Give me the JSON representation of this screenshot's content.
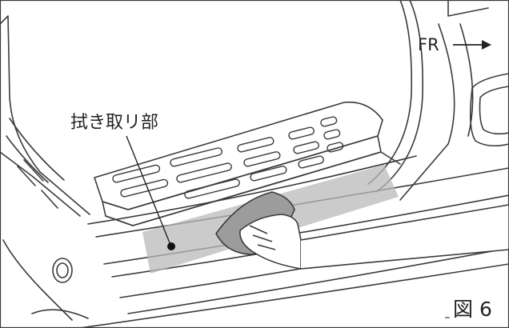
{
  "callout_label": "拭き取リ部",
  "direction_label": "FR",
  "direction_arrow": "→",
  "figure_label": "図 6",
  "colors": {
    "line": "#3a3a3a",
    "wipe_area": "#b9b9b9",
    "background": "#ffffff"
  }
}
